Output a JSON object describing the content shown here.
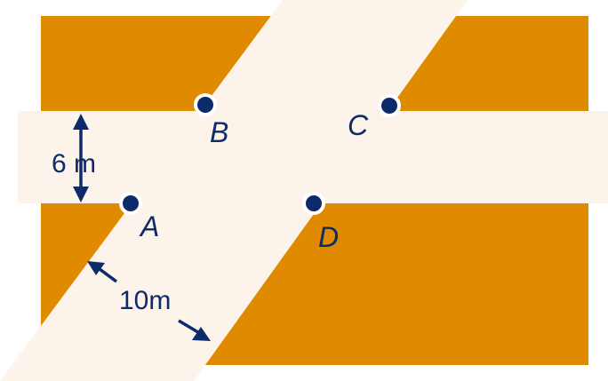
{
  "colors": {
    "field": "#e08a00",
    "road": "#fcf3ea",
    "ink": "#0d2a6b",
    "point_ring": "#ffffff"
  },
  "points": {
    "A": "A",
    "B": "B",
    "C": "C",
    "D": "D"
  },
  "dimensions": {
    "horizontal_road_width": "6 m",
    "slanted_road_width": "10m"
  }
}
